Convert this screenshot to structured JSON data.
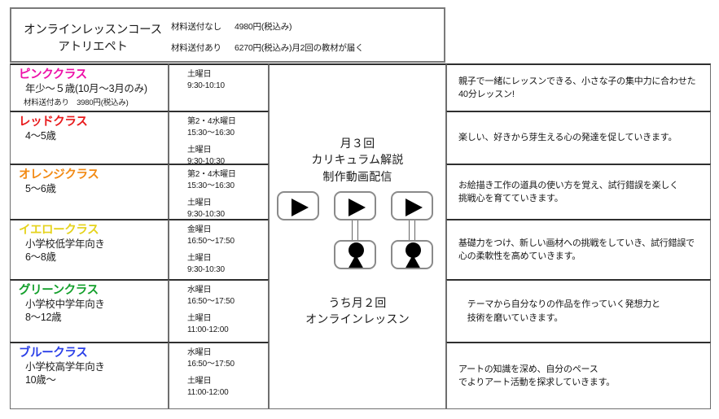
{
  "header": {
    "course_title": "オンラインレッスンコース\nアトリエペト",
    "prices": [
      {
        "label": "材料送付なし",
        "value": "4980円(税込み)"
      },
      {
        "label": "材料送付あり",
        "value": "6270円(税込み)月2回の教材が届く"
      }
    ]
  },
  "video_panel": {
    "heading": "月３回\nカリキュラム解説\n制作動画配信",
    "footer": "うち月２回\nオンラインレッスン",
    "icons": [
      {
        "name": "play-icon",
        "linked": false
      },
      {
        "name": "play-icon",
        "linked": true
      },
      {
        "name": "play-icon",
        "linked": true
      }
    ]
  },
  "colors": {
    "pink": "#ED11A8",
    "red": "#E8191B",
    "orange": "#F28A14",
    "yellow": "#E5D31C",
    "green": "#14A02C",
    "blue": "#2A3FE8"
  },
  "classes": [
    {
      "name": "ピンククラス",
      "color": "#ED11A8",
      "age": "年少〜５歳(10月〜3月のみ)",
      "note": "材料送付あり　3980円(税込み)",
      "height": 58,
      "schedule": [
        {
          "day": "土曜日",
          "time": "9:30-10:10"
        }
      ],
      "description": "親子で一緒にレッスンできる、小さな子の集中力に合わせた\n40分レッスン!"
    },
    {
      "name": "レッドクラス",
      "color": "#E8191B",
      "age": "4〜5歳",
      "note": "",
      "height": 65,
      "schedule": [
        {
          "day": "第2・4水曜日",
          "time": "15:30〜16:30"
        },
        {
          "day": "土曜日",
          "time": "9:30-10:30"
        }
      ],
      "description": "楽しい、好きから芽生える心の発達を促していきます。"
    },
    {
      "name": "オレンジクラス",
      "color": "#F28A14",
      "age": "5〜6歳",
      "note": "",
      "height": 68,
      "schedule": [
        {
          "day": "第2・4木曜日",
          "time": "15:30〜16:30"
        },
        {
          "day": "土曜日",
          "time": "9:30-10:30"
        }
      ],
      "description": "お絵描き工作の道具の使い方を覚え、試行錯誤を楽しく\n挑戦心を育てていきます。"
    },
    {
      "name": "イエロークラス",
      "color": "#E5D31C",
      "age": "小学校低学年向き\n6〜8歳",
      "note": "",
      "height": 74,
      "schedule": [
        {
          "day": "金曜日",
          "time": "16:50〜17:50"
        },
        {
          "day": "土曜日",
          "time": "9:30-10:30"
        }
      ],
      "description": "基礎力をつけ、新しい画材への挑戦をしていき、試行錯誤で\n心の柔軟性を高めていきます。"
    },
    {
      "name": "グリーンクラス",
      "color": "#14A02C",
      "age": "小学校中学年向き\n8〜12歳",
      "note": "",
      "height": 77,
      "schedule": [
        {
          "day": "水曜日",
          "time": "16:50〜17:50"
        },
        {
          "day": "土曜日",
          "time": "11:00-12:00"
        }
      ],
      "description": "　テーマから自分なりの作品を作っていく発想力と\n　技術を磨いていきます。"
    },
    {
      "name": "ブルークラス",
      "color": "#2A3FE8",
      "age": "小学校高学年向き\n10歳〜",
      "note": "",
      "height": 83,
      "schedule": [
        {
          "day": "水曜日",
          "time": "16:50〜17:50"
        },
        {
          "day": "土曜日",
          "time": "11:00-12:00"
        }
      ],
      "description": "アートの知識を深め、自分のペース\nでよりアート活動を探求していきます。"
    }
  ]
}
